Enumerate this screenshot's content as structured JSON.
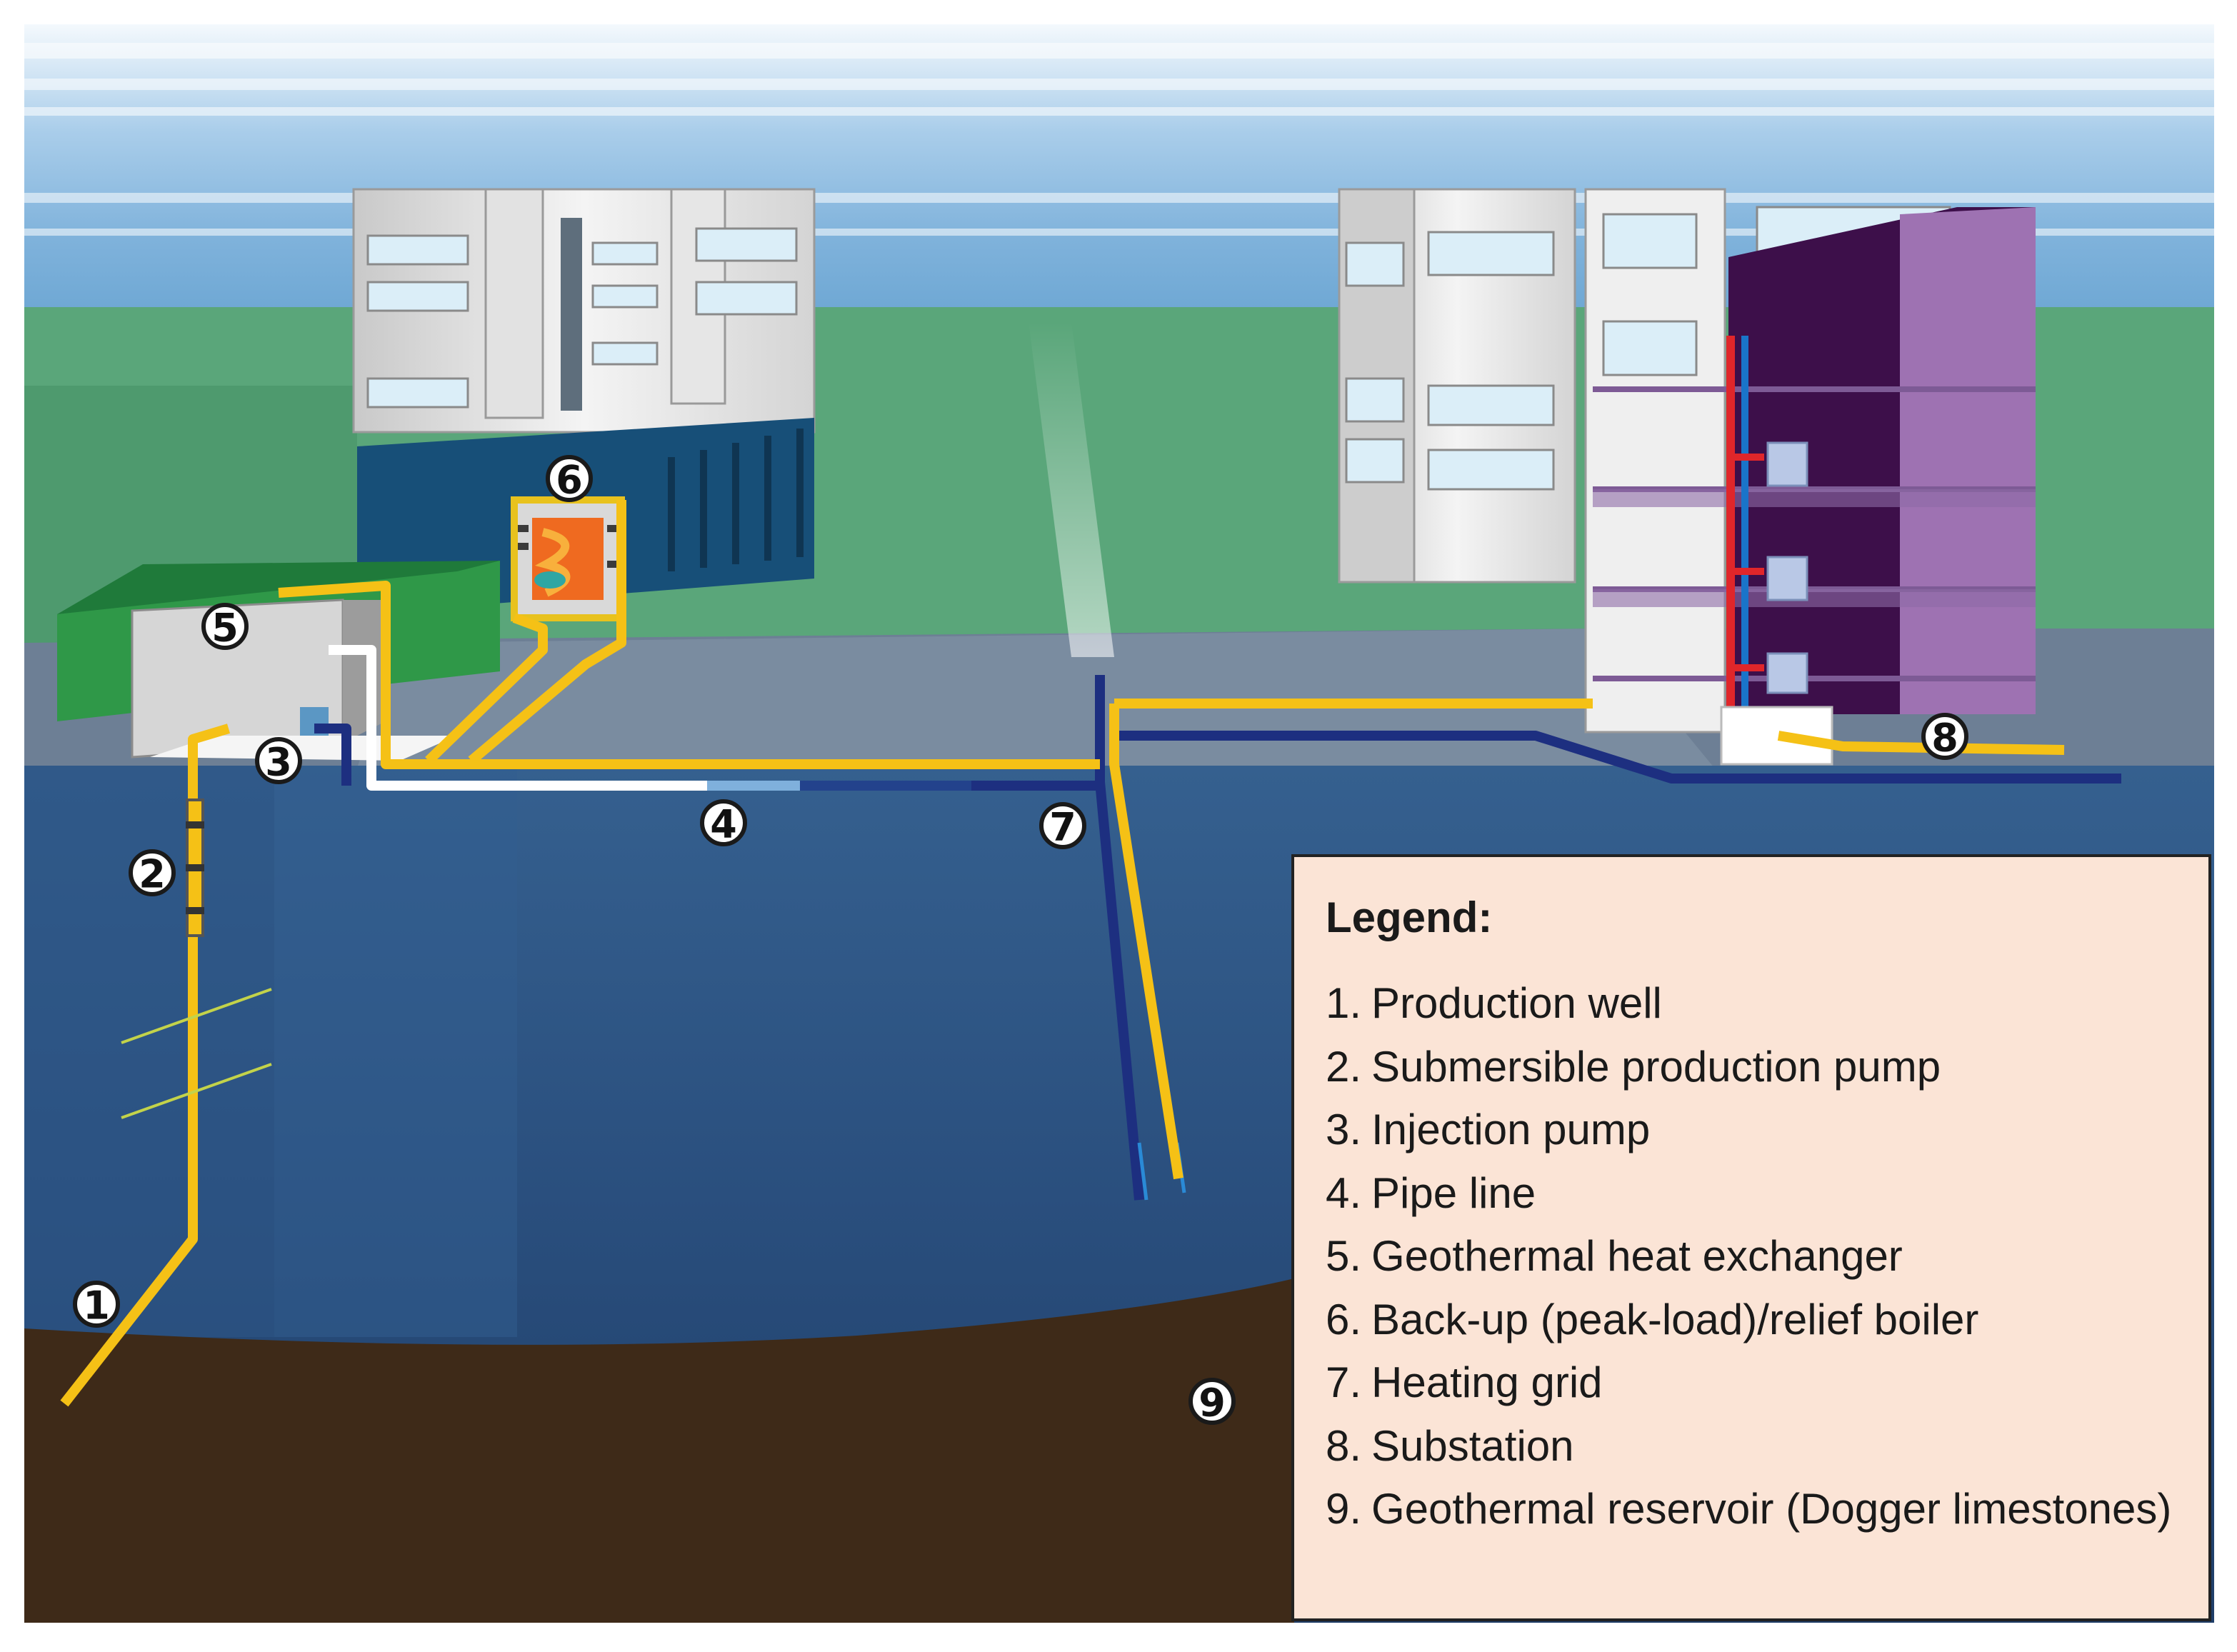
{
  "markers": [
    {
      "id": 1,
      "label": "1"
    },
    {
      "id": 2,
      "label": "2"
    },
    {
      "id": 3,
      "label": "3"
    },
    {
      "id": 4,
      "label": "4"
    },
    {
      "id": 5,
      "label": "5"
    },
    {
      "id": 6,
      "label": "6"
    },
    {
      "id": 7,
      "label": "7"
    },
    {
      "id": 8,
      "label": "8"
    },
    {
      "id": 9,
      "label": "9"
    }
  ],
  "legend": {
    "title": "Legend:",
    "items": [
      {
        "num": "1.",
        "text": "Production well"
      },
      {
        "num": "2.",
        "text": "Submersible production pump"
      },
      {
        "num": "3.",
        "text": "Injection pump"
      },
      {
        "num": "4.",
        "text": "Pipe line"
      },
      {
        "num": "5.",
        "text": "Geothermal heat exchanger"
      },
      {
        "num": "6.",
        "text": "Back-up (peak-load)/relief boiler"
      },
      {
        "num": "7.",
        "text": "Heating grid"
      },
      {
        "num": "8.",
        "text": "Substation"
      },
      {
        "num": "9.",
        "text": "Geothermal reservoir (Dogger limestones)"
      }
    ]
  },
  "colors": {
    "hot_pipe": "#f5c116",
    "cold_pipe": "#1d2f80",
    "ground_layer": "#2a4f7e",
    "reservoir": "#3e2a18",
    "grass": "#5aa67a",
    "legend_bg": "#fbe4d6"
  }
}
